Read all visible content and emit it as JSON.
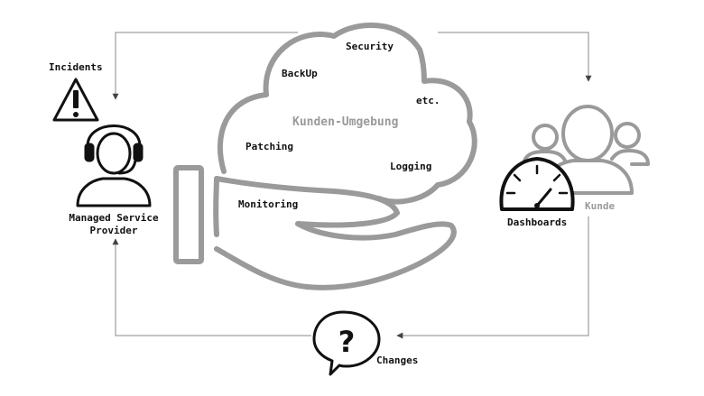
{
  "cloud": {
    "title": "Kunden-Umgebung",
    "services": [
      "Security",
      "BackUp",
      "etc.",
      "Patching",
      "Logging",
      "Monitoring"
    ]
  },
  "actors": {
    "provider": "Managed Service\nProvider",
    "customer": "Kunde"
  },
  "flows": {
    "incidents": "Incidents",
    "dashboards": "Dashboards",
    "changes": "Changes"
  },
  "colors": {
    "grey": "#9a9a9a",
    "dark": "#111111",
    "line": "#8a8a8a"
  }
}
